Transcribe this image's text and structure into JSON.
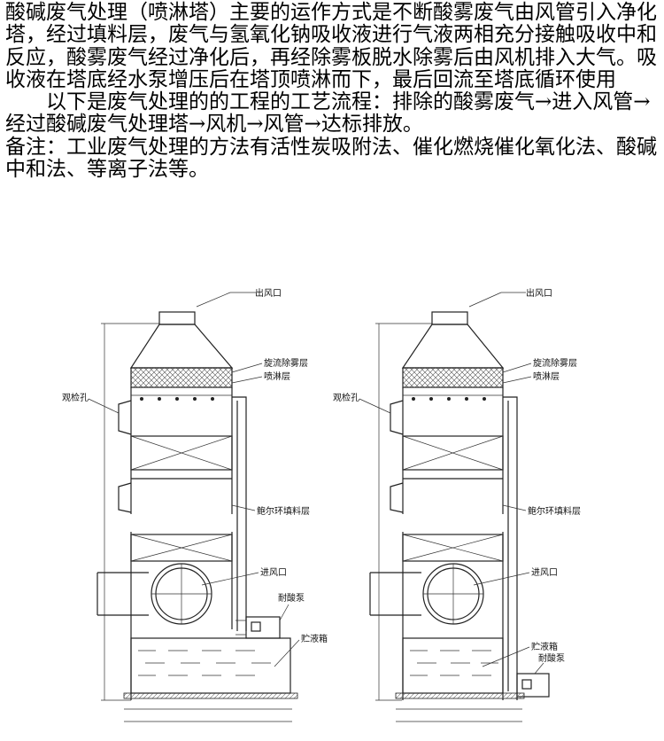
{
  "paragraphs": [
    "酸碱废气处理（喷淋塔）主要的运作方式是不断酸雾废气由风管引入净化塔，经过填料层，废气与氢氧化钠吸收液进行气液两相充分接触吸收中和反应，酸雾废气经过净化后，再经除雾板脱水除雾后由风机排入大气。吸收液在塔底经水泵增压后在塔顶喷淋而下，最后回流至塔底循环使用",
    "以下是废气处理的的工程的工艺流程：排除的酸雾废气→进入风管→经过酸碱废气处理塔→风机→风管→达标排放。",
    "备注：工业废气处理的方法有活性炭吸附法、催化燃烧催化氧化法、酸碱中和法、等离子法等。"
  ],
  "diagram": {
    "left": {
      "labels": {
        "outlet": "出风口",
        "demister": "旋流除雾层",
        "spray": "喷淋层",
        "inspection": "观检孔",
        "packing": "鲍尔环填料层",
        "inlet": "进风口",
        "pump": "耐酸泵",
        "tank": "贮液箱"
      }
    },
    "right": {
      "labels": {
        "outlet": "出风口",
        "demister": "旋流除雾层",
        "spray": "喷淋层",
        "inspection": "观检孔",
        "packing": "鲍尔环填料层",
        "inlet": "进风口",
        "tank": "贮液箱",
        "pump": "耐酸泵"
      }
    }
  }
}
